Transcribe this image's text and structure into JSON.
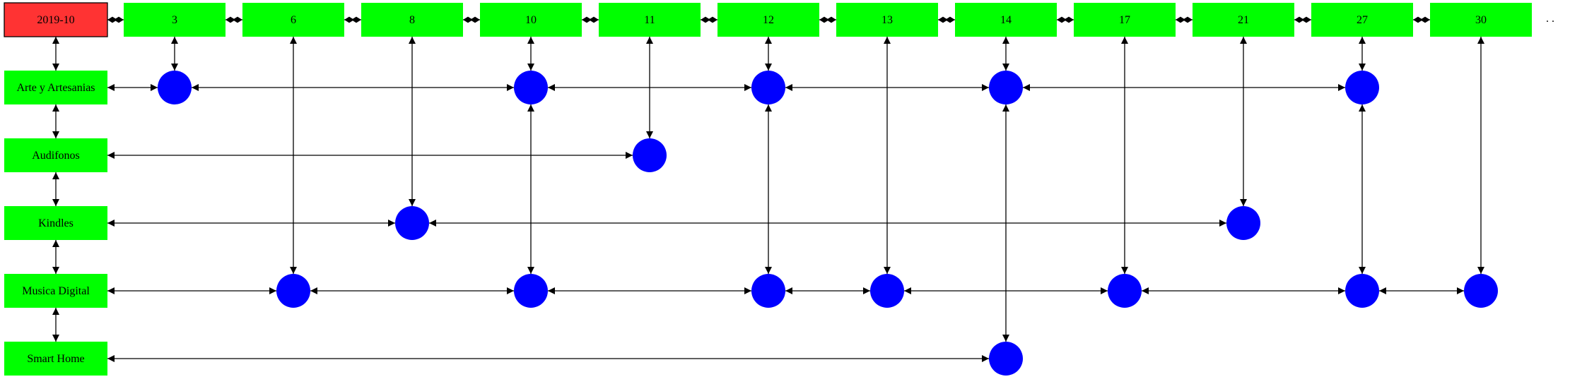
{
  "colors": {
    "header_fill": "#ff3333",
    "node_fill": "#00ff00",
    "dot_fill": "#0000ff",
    "edge": "#000000"
  },
  "header": {
    "label": "2019-10"
  },
  "days": [
    "3",
    "6",
    "8",
    "10",
    "11",
    "12",
    "13",
    "14",
    "17",
    "21",
    "27",
    "30"
  ],
  "categories": [
    "Arte y Artesanias",
    "Audifonos",
    "Kindles",
    "Musica Digital",
    "Smart Home"
  ],
  "ellipsis": ". .",
  "events": [
    {
      "day": "3",
      "category": "Arte y Artesanias"
    },
    {
      "day": "10",
      "category": "Arte y Artesanias"
    },
    {
      "day": "12",
      "category": "Arte y Artesanias"
    },
    {
      "day": "14",
      "category": "Arte y Artesanias"
    },
    {
      "day": "27",
      "category": "Arte y Artesanias"
    },
    {
      "day": "11",
      "category": "Audifonos"
    },
    {
      "day": "8",
      "category": "Kindles"
    },
    {
      "day": "21",
      "category": "Kindles"
    },
    {
      "day": "6",
      "category": "Musica Digital"
    },
    {
      "day": "10",
      "category": "Musica Digital"
    },
    {
      "day": "12",
      "category": "Musica Digital"
    },
    {
      "day": "13",
      "category": "Musica Digital"
    },
    {
      "day": "17",
      "category": "Musica Digital"
    },
    {
      "day": "27",
      "category": "Musica Digital"
    },
    {
      "day": "30",
      "category": "Musica Digital"
    },
    {
      "day": "14",
      "category": "Smart Home"
    }
  ]
}
